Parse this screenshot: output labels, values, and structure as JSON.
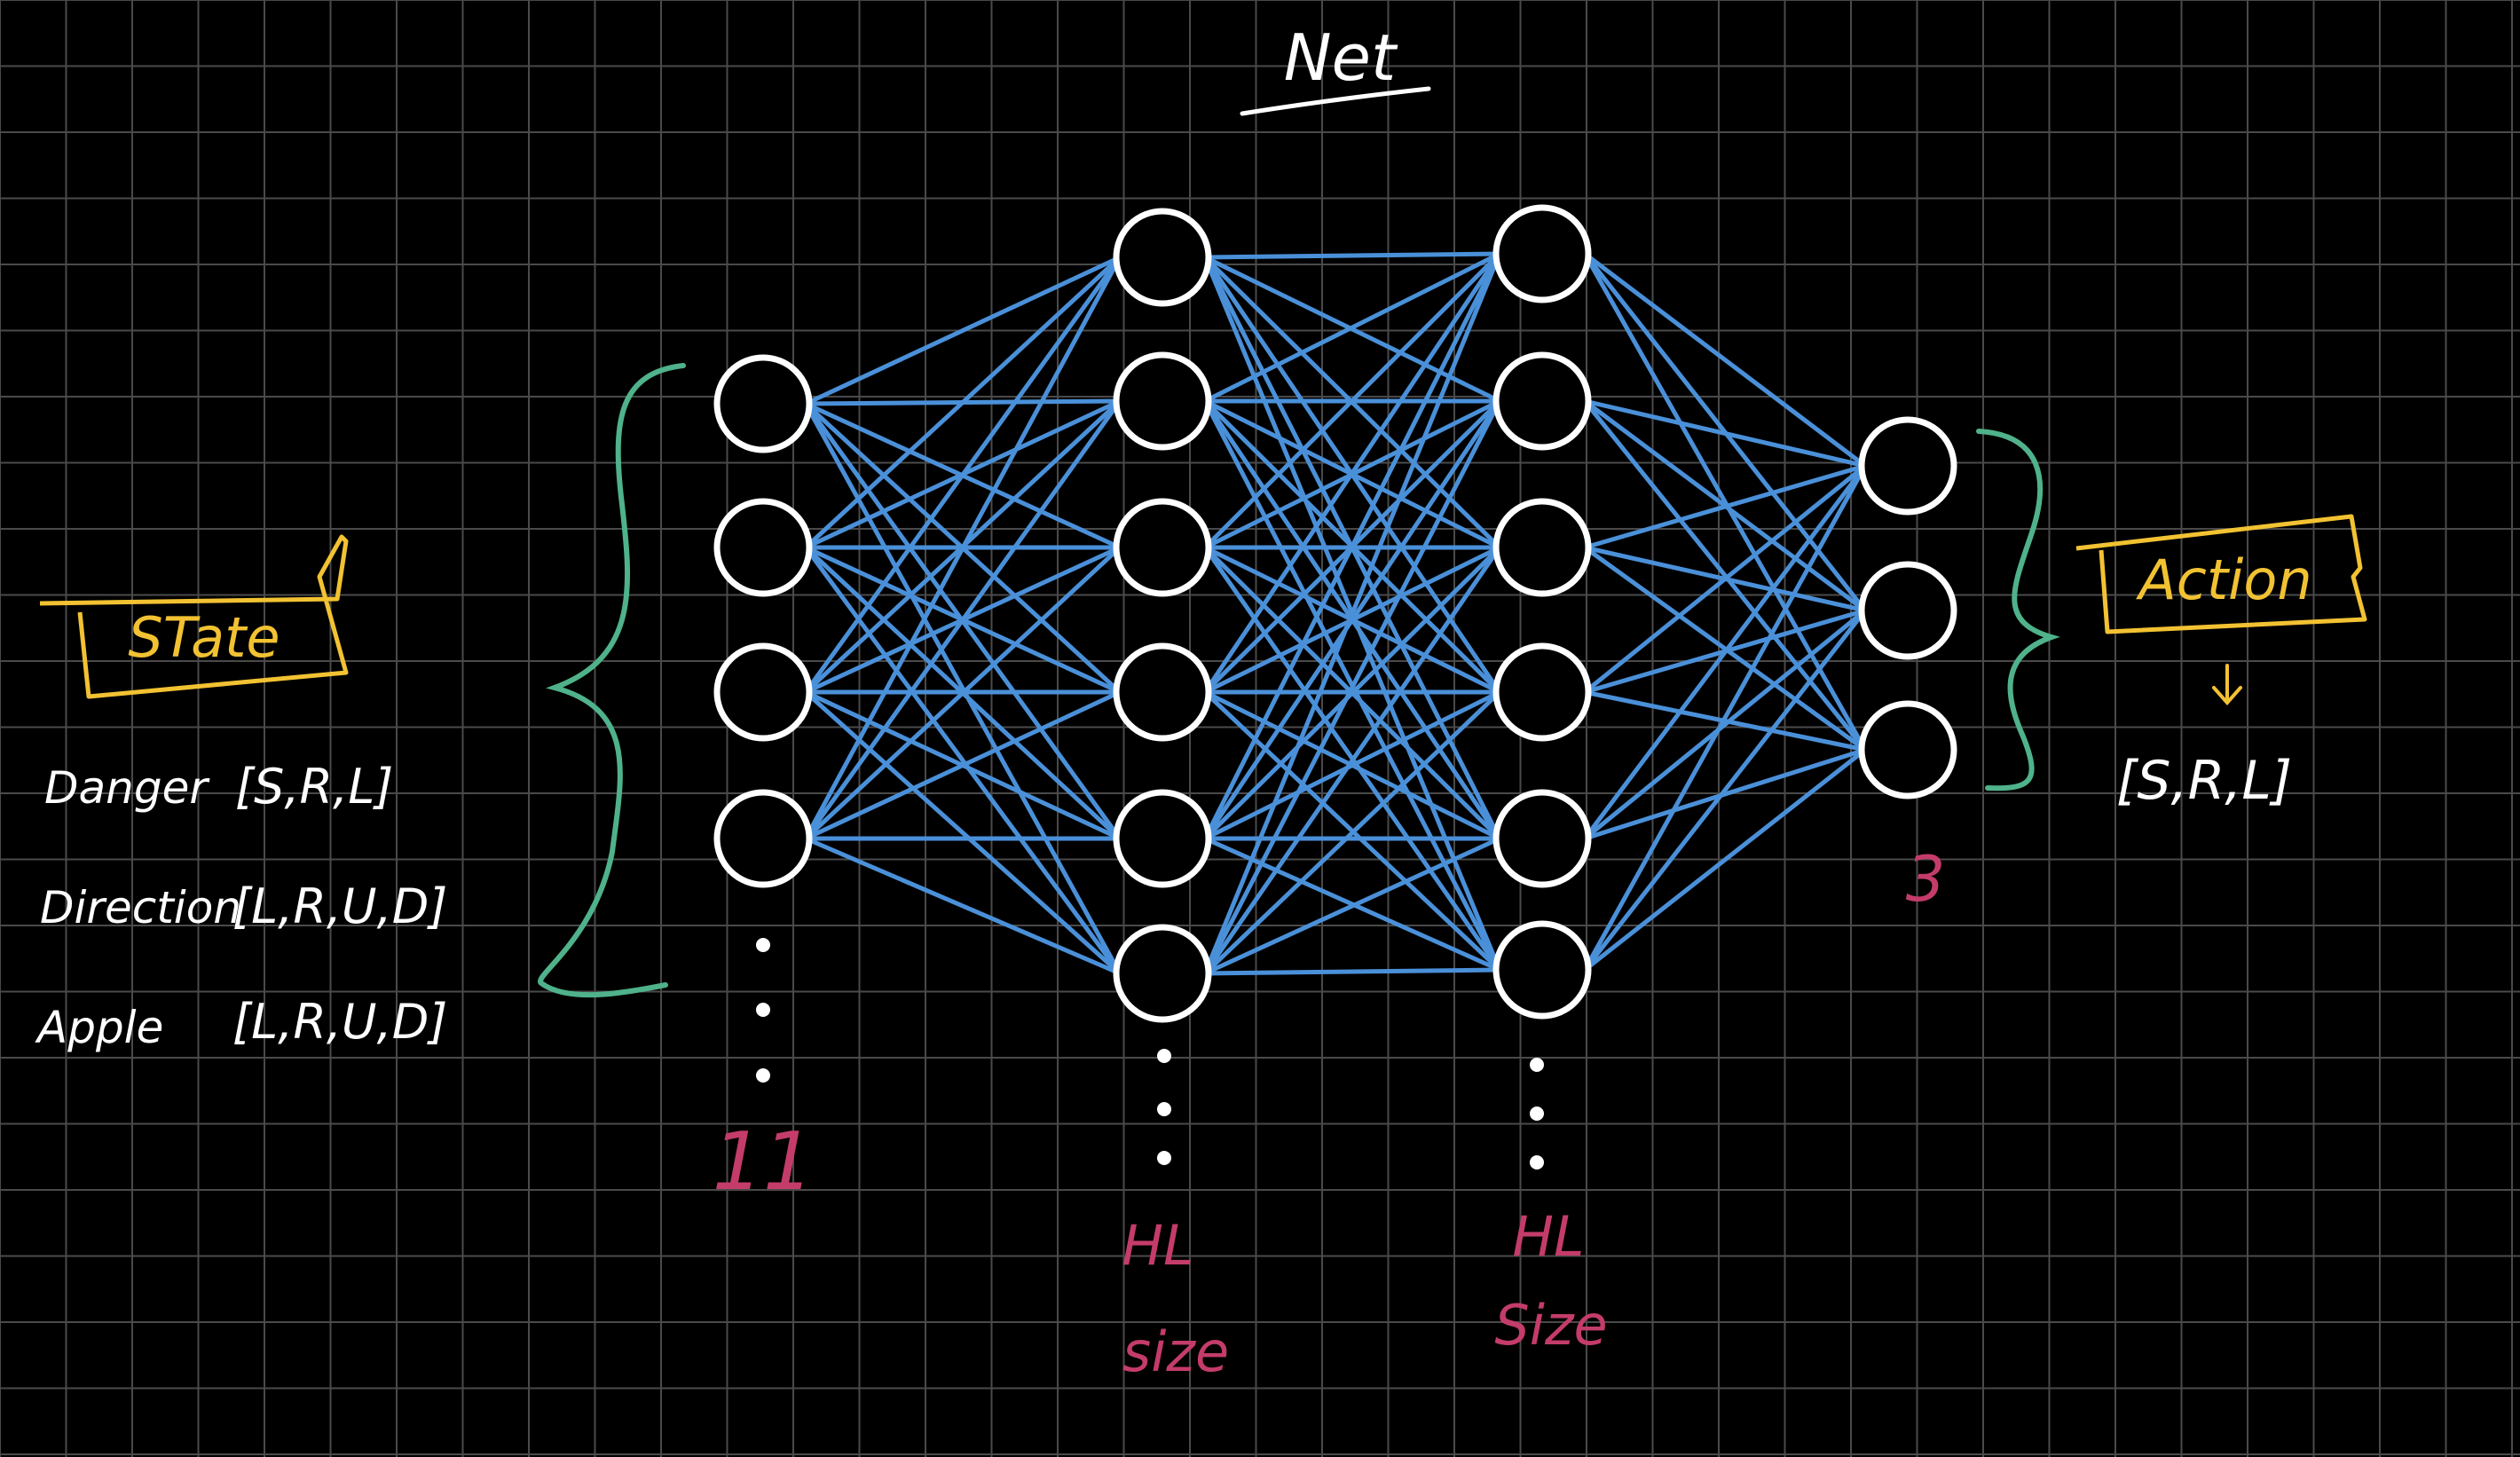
{
  "title": "Net",
  "state_box": {
    "label": "STate",
    "color": "#f2c232"
  },
  "action_box": {
    "label": "Action",
    "color": "#f2c232"
  },
  "inputs": [
    {
      "name": "Danger",
      "values": "[S,R,L]"
    },
    {
      "name": "Direction",
      "values": "[L,R,U,D]"
    },
    {
      "name": "Apple",
      "values": "[L,R,U,D]"
    }
  ],
  "action_values": "[S,R,L]",
  "layer_sizes": {
    "input": "11",
    "hidden1_line1": "HL",
    "hidden1_line2": "size",
    "hidden2_line1": "HL",
    "hidden2_line2": "Size",
    "output": "3"
  },
  "colors": {
    "background": "#000000",
    "grid": "#4a4a4a",
    "neuron": "#ffffff",
    "connection": "#4a90d9",
    "brace": "#4fb28a",
    "label_box": "#f2c232",
    "size_label": "#c43c6a",
    "text": "#ffffff"
  }
}
